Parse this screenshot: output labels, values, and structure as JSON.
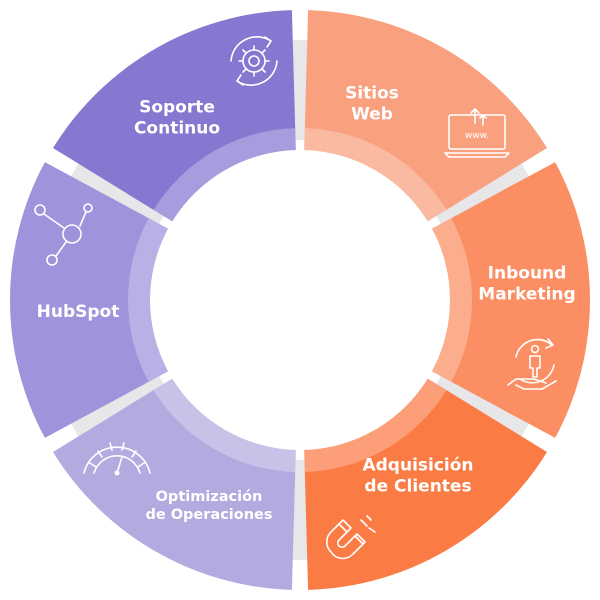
{
  "diagram": {
    "segments": [
      {
        "id": "sitios-web",
        "lines": [
          "Sitios",
          "Web"
        ],
        "color": "#f9a07f",
        "icon": "laptop-web-icon"
      },
      {
        "id": "inbound-marketing",
        "lines": [
          "Inbound",
          "Marketing"
        ],
        "color": "#fb8e63",
        "icon": "hand-person-cycle-icon"
      },
      {
        "id": "adquisicion-clientes",
        "lines": [
          "Adquisición",
          "de Clientes"
        ],
        "color": "#fb7b44",
        "icon": "magnet-icon"
      },
      {
        "id": "optimizacion-operaciones",
        "lines": [
          "Optimización",
          "de Operaciones"
        ],
        "color": "#b3aae0",
        "icon": "speedometer-icon"
      },
      {
        "id": "hubspot",
        "lines": [
          "HubSpot"
        ],
        "color": "#9f93dc",
        "icon": "hubspot-icon"
      },
      {
        "id": "soporte-continuo",
        "lines": [
          "Soporte",
          "Continuo"
        ],
        "color": "#8677d0",
        "icon": "gear-cycle-icon"
      }
    ],
    "icon_text": {
      "www": "www."
    }
  }
}
